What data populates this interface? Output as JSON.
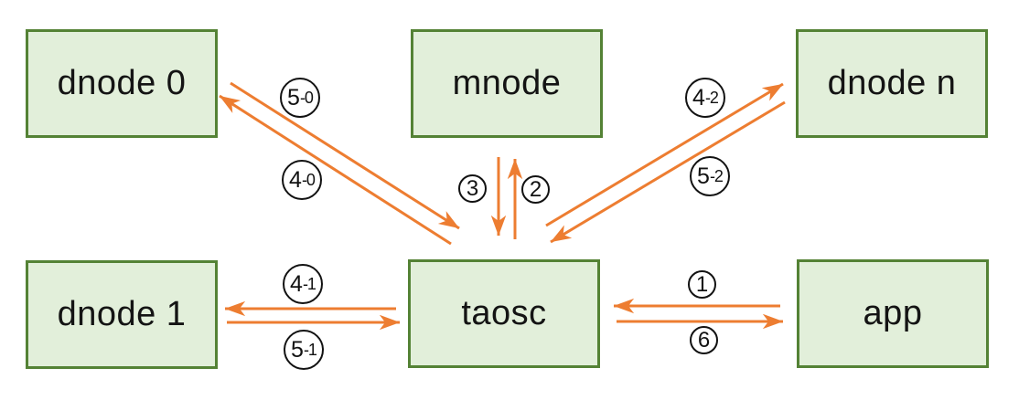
{
  "diagram": {
    "description": "Message flow diagram between app, taosc, mnode and data nodes",
    "colors": {
      "node_fill": "#E2EFDA",
      "node_border": "#548235",
      "arrow": "#ED7D31",
      "badge_border": "#121212",
      "background": "#FFFFFF"
    },
    "nodes": [
      {
        "id": "dnode0",
        "label": "dnode 0"
      },
      {
        "id": "mnode",
        "label": "mnode"
      },
      {
        "id": "dnoden",
        "label": "dnode n"
      },
      {
        "id": "dnode1",
        "label": "dnode 1"
      },
      {
        "id": "taosc",
        "label": "taosc"
      },
      {
        "id": "app",
        "label": "app"
      }
    ],
    "edges": [
      {
        "id": "5-0",
        "label": "5-0",
        "label_main": "5",
        "label_sub": "-0",
        "from": "dnode 0",
        "to": "taosc"
      },
      {
        "id": "4-0",
        "label": "4-0",
        "label_main": "4",
        "label_sub": "-0",
        "from": "taosc",
        "to": "dnode 0"
      },
      {
        "id": "3",
        "label": "3",
        "label_main": "3",
        "label_sub": "",
        "from": "mnode",
        "to": "taosc"
      },
      {
        "id": "2",
        "label": "2",
        "label_main": "2",
        "label_sub": "",
        "from": "taosc",
        "to": "mnode"
      },
      {
        "id": "4-2",
        "label": "4-2",
        "label_main": "4",
        "label_sub": "-2",
        "from": "taosc",
        "to": "dnode n"
      },
      {
        "id": "5-2",
        "label": "5-2",
        "label_main": "5",
        "label_sub": "-2",
        "from": "dnode n",
        "to": "taosc"
      },
      {
        "id": "4-1",
        "label": "4-1",
        "label_main": "4",
        "label_sub": "-1",
        "from": "taosc",
        "to": "dnode 1"
      },
      {
        "id": "5-1",
        "label": "5-1",
        "label_main": "5",
        "label_sub": "-1",
        "from": "dnode 1",
        "to": "taosc"
      },
      {
        "id": "1",
        "label": "1",
        "label_main": "1",
        "label_sub": "",
        "from": "app",
        "to": "taosc"
      },
      {
        "id": "6",
        "label": "6",
        "label_main": "6",
        "label_sub": "",
        "from": "taosc",
        "to": "app"
      }
    ]
  }
}
